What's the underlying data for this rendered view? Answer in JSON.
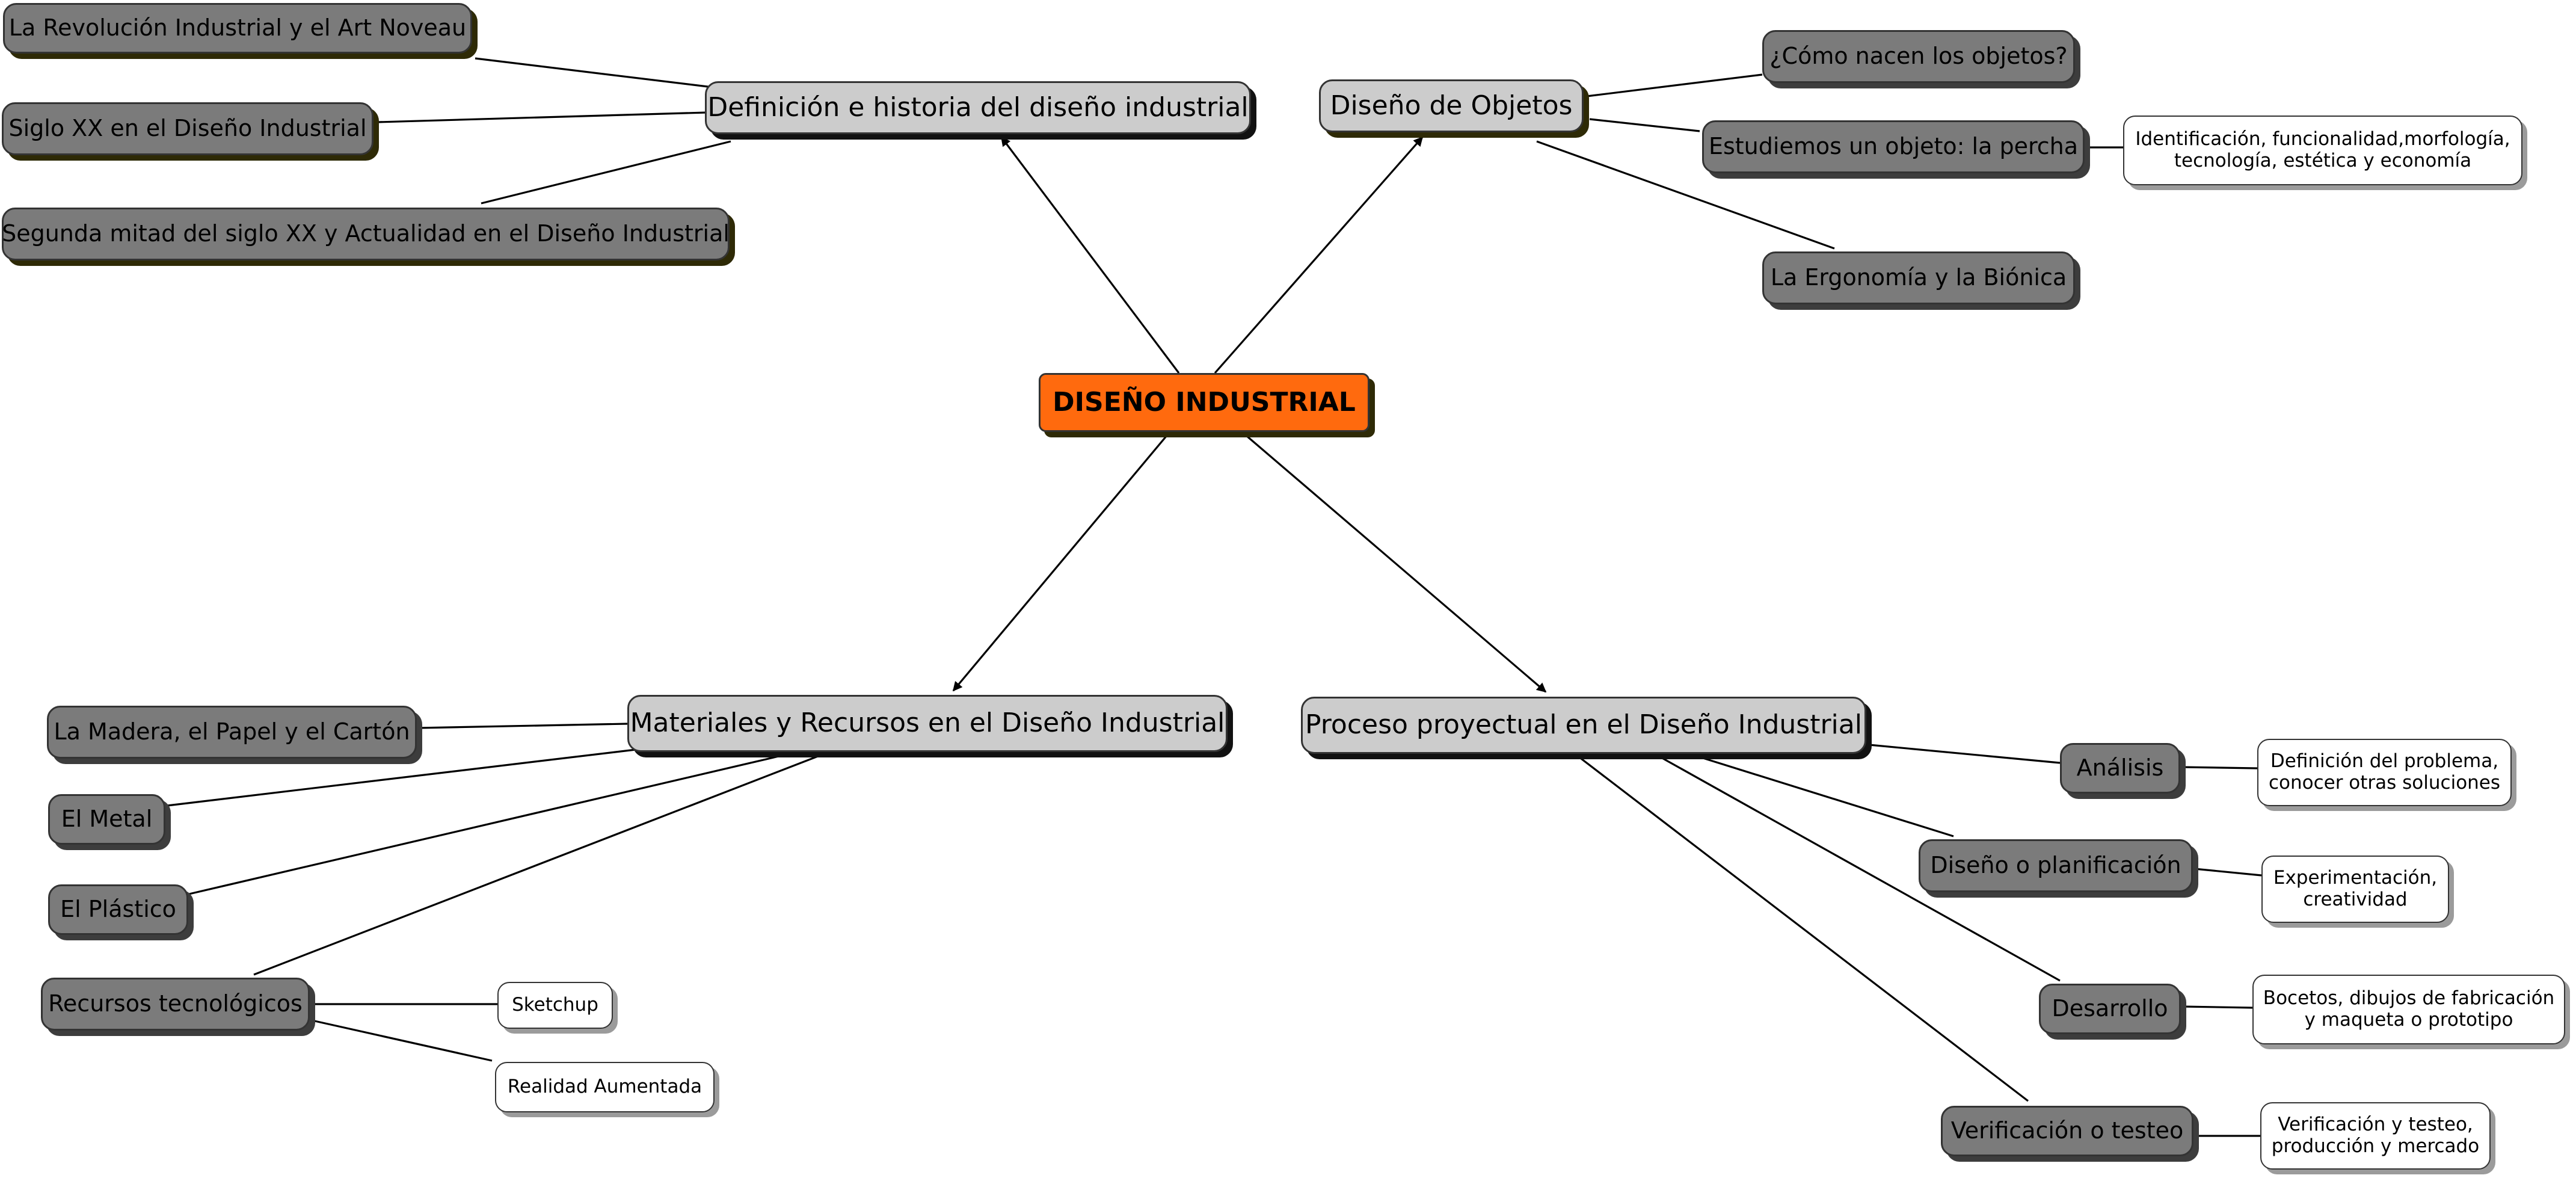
{
  "diagram": {
    "root": {
      "label": "DISEÑO INDUSTRIAL",
      "color": "#ff6a0e"
    },
    "branches": {
      "definicion": {
        "label": "Definición e historia del diseño industrial",
        "topics": [
          "La Revolución Industrial y el Art Noveau",
          "Siglo XX en el Diseño Industrial",
          "Segunda mitad del siglo XX y Actualidad en el Diseño Industrial"
        ]
      },
      "objetos": {
        "label": "Diseño de Objetos",
        "topics": [
          "¿Cómo nacen los objetos?",
          "Estudiemos un objeto: la percha",
          "La Ergonomía y la Biónica"
        ],
        "percha_detail": "Identificación, funcionalidad,morfología, tecnología, estética y economía"
      },
      "materiales": {
        "label": "Materiales y Recursos en el Diseño Industrial",
        "topics": [
          "La Madera, el Papel y el Cartón",
          "El Metal",
          "El Plástico",
          "Recursos tecnológicos"
        ],
        "recursos_details": [
          "Sketchup",
          "Realidad Aumentada"
        ]
      },
      "proceso": {
        "label": "Proceso proyectual en el Diseño Industrial",
        "steps": [
          {
            "label": "Análisis",
            "detail": "Definición del problema, conocer otras soluciones"
          },
          {
            "label": "Diseño o planificación",
            "detail": "Experimentación, creatividad"
          },
          {
            "label": "Desarrollo",
            "detail": "Bocetos, dibujos de fabricación y maqueta o prototipo"
          },
          {
            "label": "Verificación o testeo",
            "detail": "Verificación y testeo, producción y mercado"
          }
        ]
      }
    },
    "colors": {
      "root_fill": "#ff6a0e",
      "main_fill": "#cccccc",
      "topic_fill": "#7b7b7b",
      "detail_fill": "#ffffff",
      "shadow_olive": "#2e2a06"
    }
  }
}
